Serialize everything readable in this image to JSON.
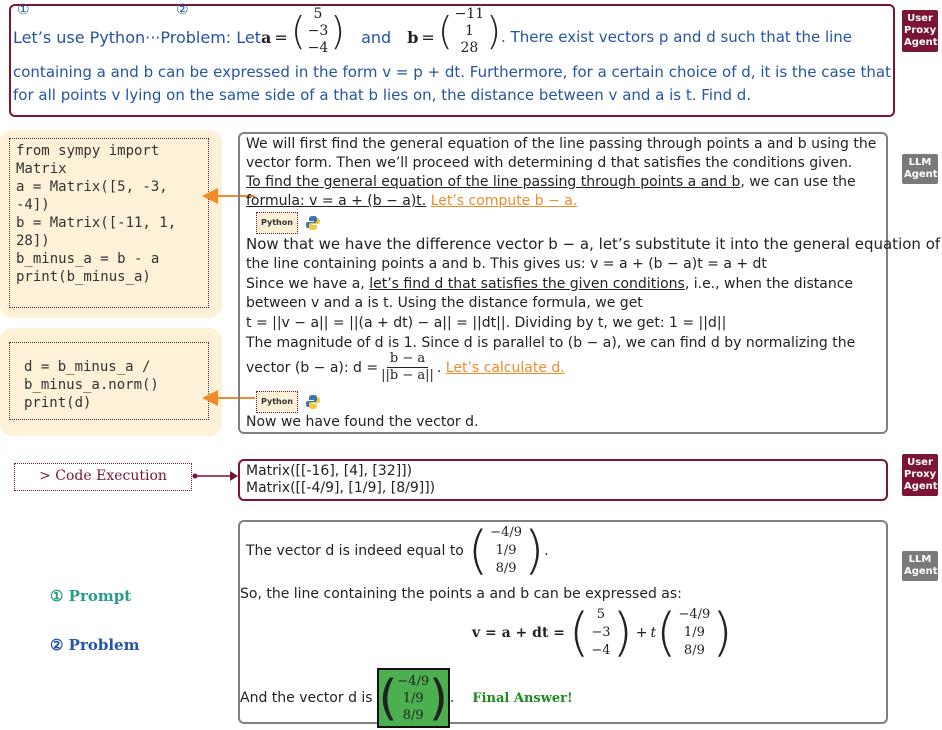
{
  "problem": {
    "marker_prompt": "①",
    "marker_problem": "②",
    "prompt_text": "Let’s use Python··· ",
    "problem_label": "Problem: Let ",
    "vec_a_label": "a",
    "vec_a_values": [
      "5",
      "−3",
      "−4"
    ],
    "and_text": "and",
    "vec_b_label": "b",
    "vec_b_values": [
      "−11",
      "1",
      "28"
    ],
    "line1_tail": ". There exist vectors p and d such that the line",
    "line2": "containing a and b can be expressed in the form v = p + dt. Furthermore, for a certain choice of d, it is the case that",
    "line3": "for all points v lying on the same side of a that b lies on, the distance between v and a is t.  Find d."
  },
  "badges": {
    "user_proxy": [
      "User",
      "Proxy",
      "Agent"
    ],
    "llm": [
      "LLM",
      "Agent"
    ]
  },
  "code1": [
    "from sympy import",
    "Matrix",
    "a = Matrix([5, -3,",
    "-4])",
    "b = Matrix([-11, 1,",
    "28])",
    "b_minus_a = b - a",
    "print(b_minus_a)"
  ],
  "code2": [
    "d = b_minus_a /",
    "b_minus_a.norm()",
    "print(d)"
  ],
  "python_badge": "Python",
  "llm1": {
    "l1": "We will first find the general equation of the line passing through points a and b using the",
    "l2": "vector form. Then we’ll proceed with determining d that satisfies the conditions given.",
    "l3": "To find the general equation of the line passing through points a and b",
    "l3_tail": ", we can use the",
    "l4_a": "formula: v = a + (b − a)t.",
    "l4_b": "Let’s compute b − a.",
    "l6": "Now that we have the difference vector b − a, let’s substitute it into the general equation of",
    "l7": "the line containing points a and b. This gives us: v = a + (b − a)t = a + dt",
    "l8_a": "Since we have a, ",
    "l8_b": "let’s find d that satisfies the given conditions",
    "l8_c": ", i.e., when the distance",
    "l9": "between v and a is t. Using the distance formula, we get",
    "l10": "t = ||v − a|| = ||(a + dt) − a|| = ||dt||. Dividing by t, we get: 1 = ||d||",
    "l11": "The magnitude of d is 1. Since d is parallel to (b − a), we can find d by normalizing the",
    "l12_a": "vector (b − a):  d =",
    "l12_num": "b − a",
    "l12_den": "||b − a||",
    "l12_b": "Let’s calculate d.",
    "l14": "Now we have found the vector d."
  },
  "exec": {
    "label": "> Code Execution",
    "out1": "Matrix([[-16], [4], [32]])",
    "out2": "Matrix([[-4/9], [1/9], [8/9]])"
  },
  "llm2": {
    "l1": "The vector d is indeed equal to",
    "d_values": [
      "−4/9",
      "1/9",
      "8/9"
    ],
    "l2": "So, the line containing the points a and b can be expressed as:",
    "eq_lhs": "v = a + dt =",
    "a_values": [
      "5",
      "−3",
      "−4"
    ],
    "t": "t",
    "l3": "And the vector d is",
    "final": "Final Answer!"
  },
  "legend": {
    "prompt": "① Prompt",
    "problem": "② Problem"
  }
}
